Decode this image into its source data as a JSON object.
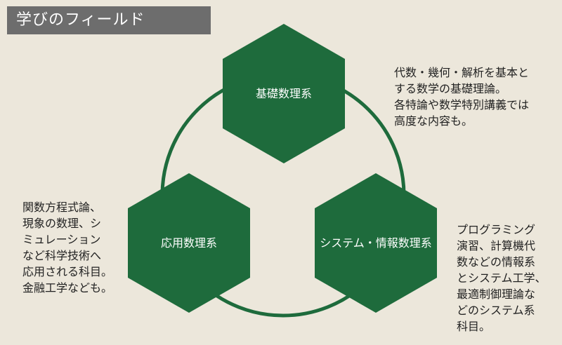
{
  "title": "学びのフィールド",
  "colors": {
    "background": "#ece7db",
    "title_bar": "#6d6d6d",
    "hex_fill": "#1e6b3c",
    "ring": "#1e6b3c"
  },
  "fields": [
    {
      "name": "基礎数理系",
      "description": [
        "代数・幾何・解析を基本と",
        "する数学の基礎理論。",
        "各特論や数学特別講義では",
        "高度な内容も。"
      ]
    },
    {
      "name": "応用数理系",
      "description": [
        "関数方程式論、",
        "現象の数理、シ",
        "ミュレーション",
        "など科学技術へ",
        "応用される科目。",
        "金融工学なども。"
      ]
    },
    {
      "name": "システム・情報数理系",
      "description": [
        "プログラミング",
        "演習、計算機代",
        "数などの情報系",
        "とシステム工学、",
        "最適制御理論な",
        "どのシステム系",
        "科目。"
      ]
    }
  ]
}
